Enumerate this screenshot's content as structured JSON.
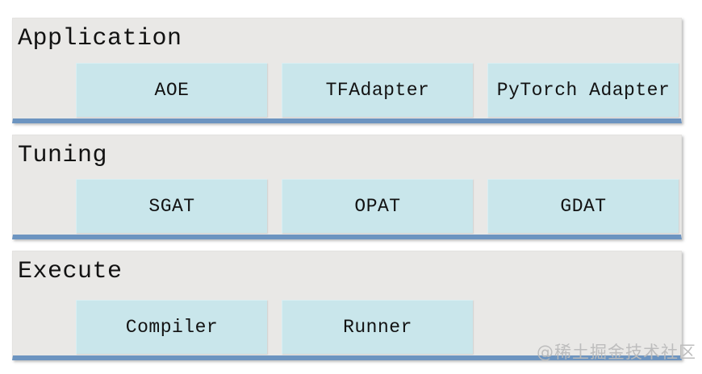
{
  "diagram": {
    "type": "layered-architecture",
    "sections": [
      {
        "label": "Application",
        "boxes": [
          "AOE",
          "TFAdapter",
          "PyTorch Adapter"
        ]
      },
      {
        "label": "Tuning",
        "boxes": [
          "SGAT",
          "OPAT",
          "GDAT"
        ]
      },
      {
        "label": "Execute",
        "boxes": [
          "Compiler",
          "Runner"
        ]
      }
    ]
  },
  "watermark": "@稀土掘金技术社区",
  "colors": {
    "page_background": "#ffffff",
    "layer_background": "#e9e8e6",
    "layer_bottom_border": "#6c94c0",
    "module_box_background": "#c9e6eb",
    "text": "#121212",
    "watermark_text": "#bababa"
  }
}
